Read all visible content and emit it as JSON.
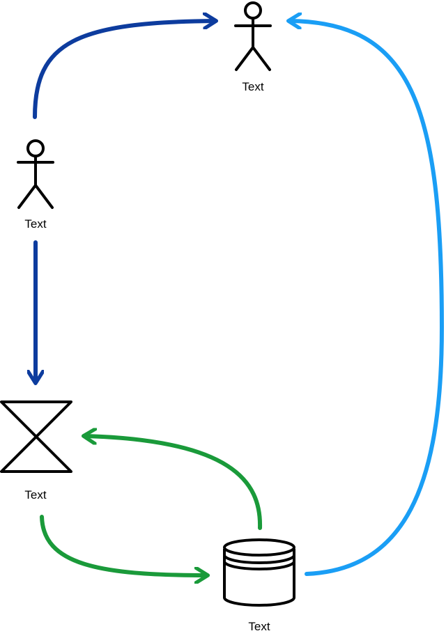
{
  "nodes": {
    "actor_top": {
      "label": "Text",
      "icon": "actor-icon"
    },
    "actor_left": {
      "label": "Text",
      "icon": "actor-icon"
    },
    "collate": {
      "label": "Text",
      "icon": "hourglass-collate-icon"
    },
    "database": {
      "label": "Text",
      "icon": "database-cylinder-icon"
    }
  },
  "edges": [
    {
      "from": "actor_left",
      "to": "actor_top",
      "color": "#0D3C9E"
    },
    {
      "from": "actor_left",
      "to": "collate",
      "color": "#0D3C9E"
    },
    {
      "from": "collate",
      "to": "database",
      "color": "#1A9A3A"
    },
    {
      "from": "database",
      "to": "collate",
      "color": "#1A9A3A"
    },
    {
      "from": "database",
      "to": "actor_top",
      "color": "#1A9EF5"
    }
  ],
  "colors": {
    "dark_blue": "#0D3C9E",
    "green": "#1A9A3A",
    "light_blue": "#1A9EF5",
    "outline": "#000000"
  }
}
